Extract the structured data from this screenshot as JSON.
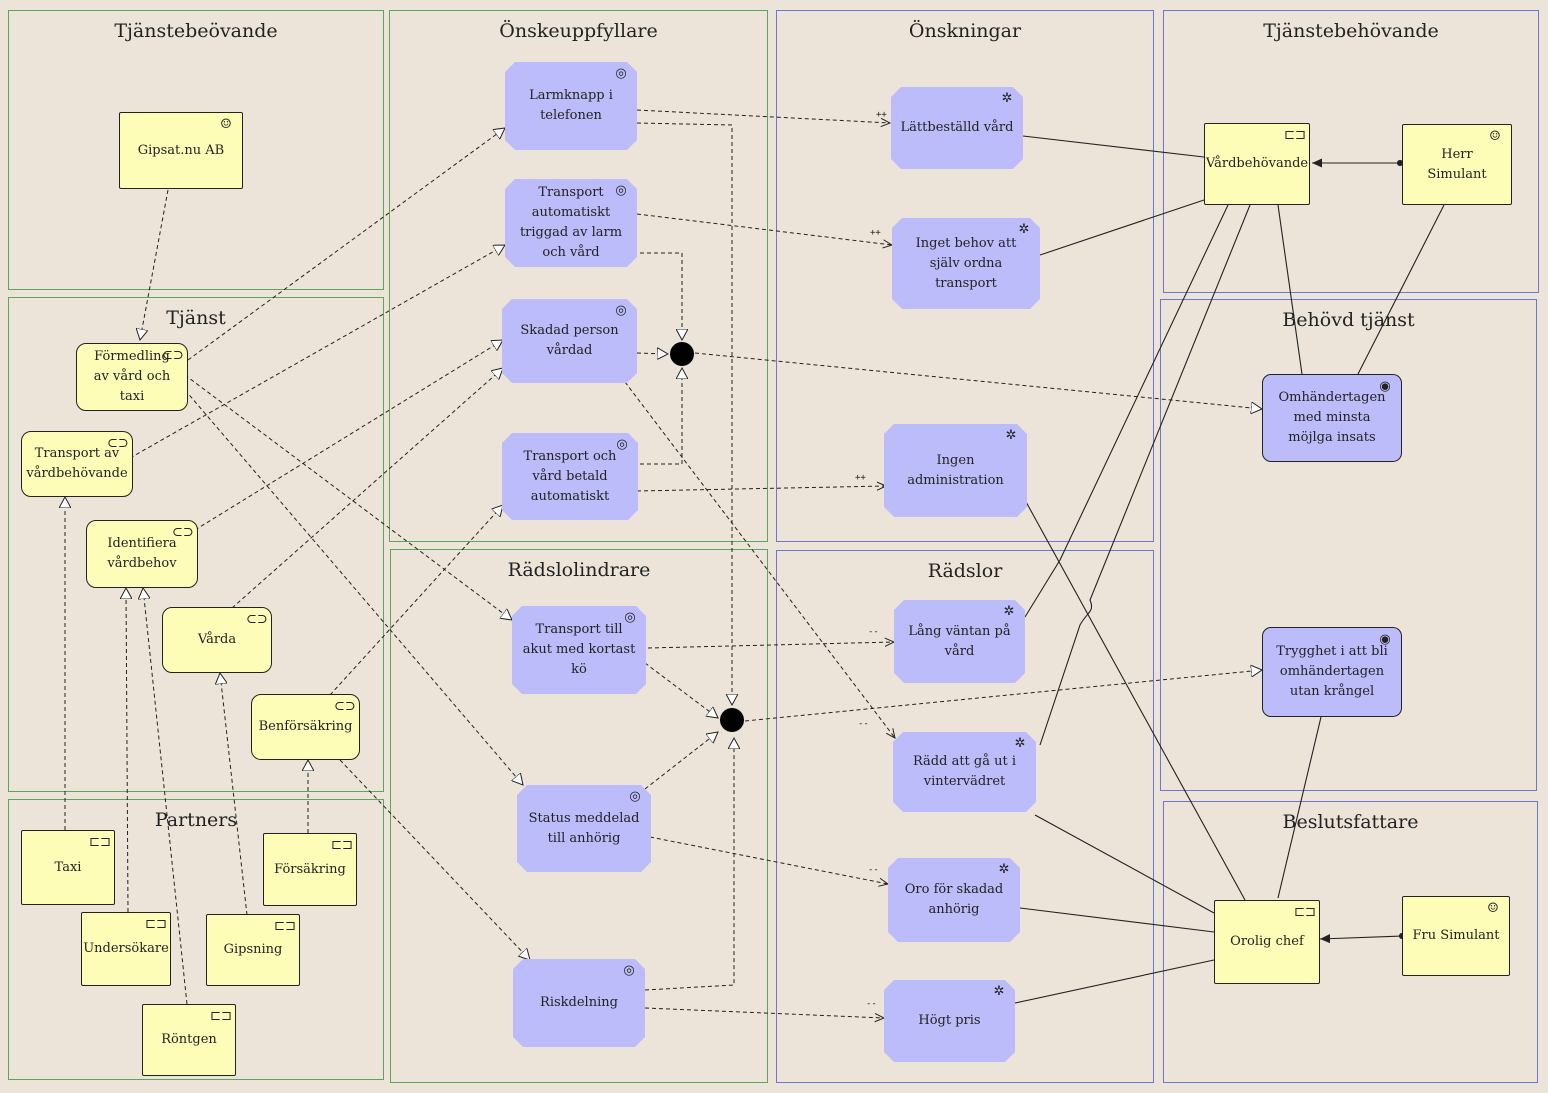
{
  "groups": {
    "g1": "Tjänstebeövande",
    "g2": "Önskeuppfyllare",
    "g3": "Önskningar",
    "g4": "Tjänstebehövande",
    "g5": "Tjänst",
    "g6": "Behövd tjänst",
    "g7": "Rädslolindrare",
    "g8": "Rädslor",
    "g9": "Partners",
    "g10": "Beslutsfattare"
  },
  "nodes": {
    "gipsat": "Gipsat.nu AB",
    "formedling": "Förmedling av vård och taxi",
    "transport_v": "Transport av vårdbehövande",
    "identifiera": "Identifiera vårdbehov",
    "varda": "Vårda",
    "benforsakring": "Benförsäkring",
    "taxi": "Taxi",
    "undersokare": "Undersökare",
    "rontgen": "Röntgen",
    "gipsning": "Gipsning",
    "forsakring": "Försäkring",
    "larmknapp": "Larmknapp i telefonen",
    "transport_auto": "Transport automatiskt triggad av larm och vård",
    "skadad": "Skadad person vårdad",
    "transport_betald": "Transport och vård betald automatiskt",
    "transport_akut": "Transport till akut med kortast kö",
    "status": "Status meddelad till anhörig",
    "riskdelning": "Riskdelning",
    "lattbestalld": "Lättbeställd vård",
    "inget_behov": "Inget behov att själv ordna transport",
    "ingen_admin": "Ingen administration",
    "lang_vantan": "Lång väntan på vård",
    "radd": "Rädd att gå ut i vintervädret",
    "oro": "Oro för skadad anhörig",
    "hogt_pris": "Högt pris",
    "vardbehovande": "Vårdbehövande",
    "herr": "Herr Simulant",
    "omhandertagen": "Omhändertagen med minsta möjlga insats",
    "trygghet": "Trygghet i att bli omhändertagen utan krångel",
    "orolig": "Orolig chef",
    "fru": "Fru Simulant"
  },
  "markers": {
    "plus": "++",
    "minus": "--"
  },
  "icons": {
    "actor": "actor-icon",
    "role": "role-icon",
    "service": "service-icon",
    "value": "value-icon",
    "driver": "driver-icon",
    "goal": "goal-icon",
    "outcome": "outcome-icon"
  },
  "colors": {
    "yellow": "#fdfdb8",
    "purple": "#bcbcfa",
    "green_border": "#5da65d",
    "blue_border": "#6a78d4",
    "background": "#ece4d8"
  }
}
